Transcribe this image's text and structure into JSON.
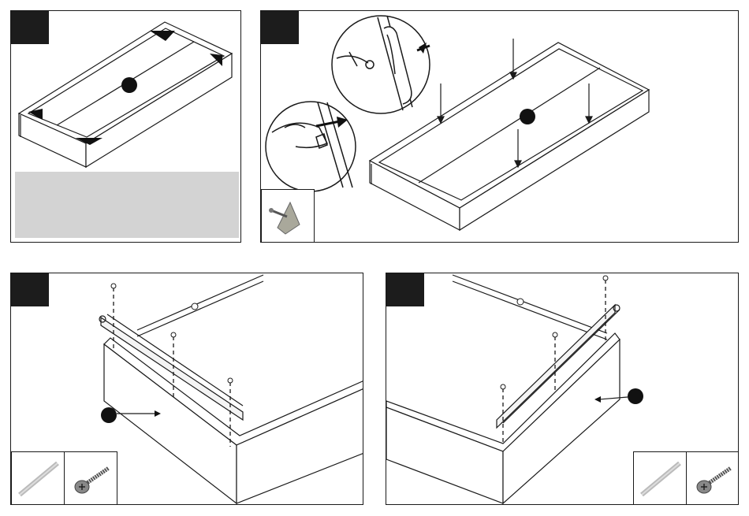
{
  "page": {
    "type": "assembly-instructions",
    "colors": {
      "line": "#1a1a1a",
      "badge": "#1c1c1c",
      "note_box": "#d3d3d3",
      "bracket": "#a9a89b"
    }
  },
  "panels": [
    {
      "name": "step-panel-1",
      "badge": "",
      "callout": "",
      "icons": [
        "drawer-box",
        "corner-marker"
      ]
    },
    {
      "name": "step-panel-2",
      "badge": "",
      "callout": "",
      "icons": [
        "drawer-box",
        "magnifier-detail",
        "corner-bracket-part"
      ]
    },
    {
      "name": "step-panel-3",
      "badge": "",
      "callout": "",
      "icons": [
        "drawer-runner",
        "screw",
        "runner-part",
        "screw-part"
      ]
    },
    {
      "name": "step-panel-4",
      "badge": "",
      "callout": "",
      "icons": [
        "drawer-runner",
        "screw",
        "runner-part",
        "screw-part"
      ]
    }
  ],
  "note_box": {
    "text": ""
  }
}
